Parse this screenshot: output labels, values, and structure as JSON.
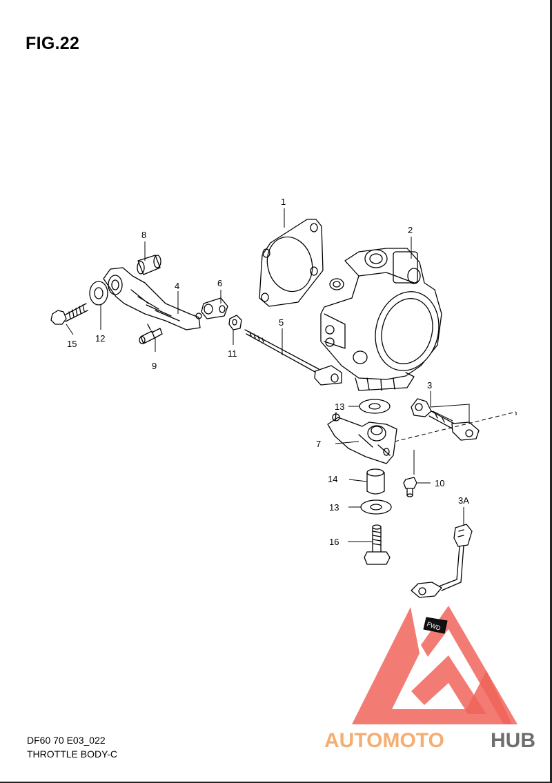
{
  "figure": {
    "title": "FIG.22",
    "model_code": "DF60 70 E03_022",
    "section_name": "THROTTLE BODY-C"
  },
  "callouts": [
    {
      "id": "1",
      "label": "1"
    },
    {
      "id": "2",
      "label": "2"
    },
    {
      "id": "3",
      "label": "3"
    },
    {
      "id": "3A",
      "label": "3A"
    },
    {
      "id": "4",
      "label": "4"
    },
    {
      "id": "5",
      "label": "5"
    },
    {
      "id": "6",
      "label": "6"
    },
    {
      "id": "7",
      "label": "7"
    },
    {
      "id": "8",
      "label": "8"
    },
    {
      "id": "9",
      "label": "9"
    },
    {
      "id": "10",
      "label": "10"
    },
    {
      "id": "11",
      "label": "11"
    },
    {
      "id": "12",
      "label": "12"
    },
    {
      "id": "13a",
      "label": "13"
    },
    {
      "id": "13b",
      "label": "13"
    },
    {
      "id": "14",
      "label": "14"
    },
    {
      "id": "15",
      "label": "15"
    },
    {
      "id": "16",
      "label": "16"
    }
  ],
  "fwd_marker": "FWD",
  "watermark": {
    "text_part1": "AUTOMOTO",
    "text_part2": "HUB",
    "color_primary": "#f0645a",
    "color_secondary": "#555555"
  }
}
